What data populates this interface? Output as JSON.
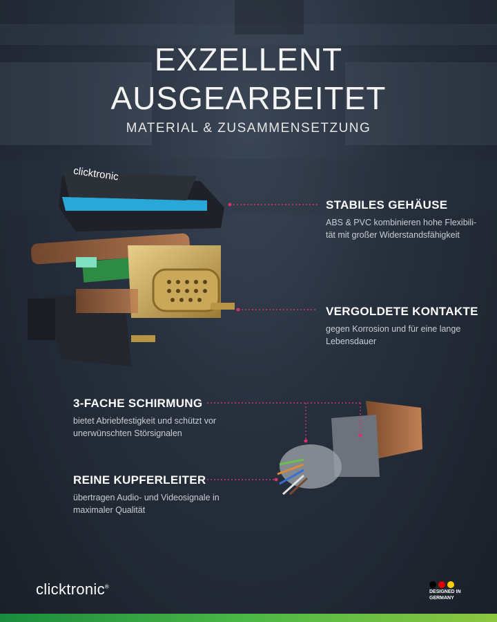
{
  "title": {
    "line1": "EXZELLENT",
    "line2": "AUSGEARBEITET"
  },
  "subtitle": "MATERIAL & ZUSAMMENSETZUNG",
  "product": {
    "brand_print": "clicktronic"
  },
  "features": [
    {
      "title": "STABILES GEHÄUSE",
      "desc_line1": "ABS & PVC kombinieren hohe Flexibili-",
      "desc_line2": "tät mit großer Widerstandsfähigkeit"
    },
    {
      "title": "VERGOLDETE KONTAKTE",
      "desc_line1": "gegen Korrosion und für eine lange",
      "desc_line2": "Lebensdauer"
    },
    {
      "title": "3-FACHE SCHIRMUNG",
      "desc_line1": "bietet Abriebfestigkeit und schützt vor",
      "desc_line2": "unerwünschten Störsignalen"
    },
    {
      "title": "REINE KUPFERLEITER",
      "desc_line1": "übertragen Audio- und Videosignale in",
      "desc_line2": "maximaler Qualität"
    }
  ],
  "footer": {
    "logo": "clicktronic",
    "made_line1": "DESIGNED IN",
    "made_line2": "GERMANY",
    "flag_colors": [
      "#000000",
      "#dd0000",
      "#ffce00"
    ]
  },
  "colors": {
    "accent": "#d6336c",
    "bar_start": "#1a8a3d",
    "bar_end": "#8dc63f"
  }
}
